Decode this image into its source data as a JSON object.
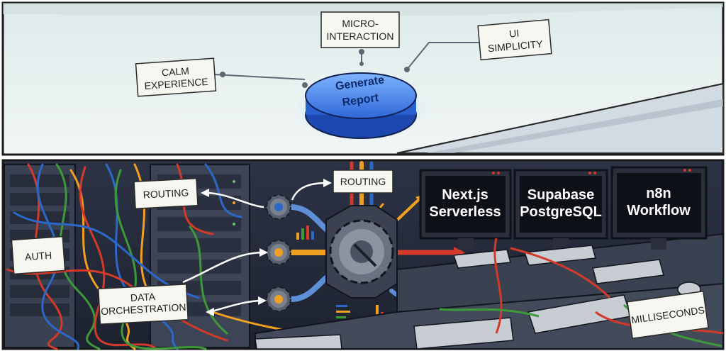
{
  "top_panel": {
    "button_label_line1": "Generate",
    "button_label_line2": "Report",
    "labels": {
      "calm_line1": "CALM",
      "calm_line2": "EXPERIENCE",
      "micro_line1": "MICRO-",
      "micro_line2": "INTERACTION",
      "ui_line1": "UI",
      "ui_line2": "SIMPLICITY"
    }
  },
  "bottom_panel": {
    "labels": {
      "auth": "AUTH",
      "routing_left": "ROUTING",
      "routing_top": "ROUTING",
      "data_line1": "DATA",
      "data_line2": "ORCHESTRATION",
      "milliseconds": "MILLISECONDS"
    },
    "monitors": [
      {
        "line1": "Next.js",
        "line2": "Serverless"
      },
      {
        "line1": "Supabase",
        "line2": "PostgreSQL"
      },
      {
        "line1": "n8n",
        "line2": "Workflow"
      }
    ]
  },
  "colors": {
    "button": "#3f7fe6",
    "button_glow": "#8fd0ff",
    "wire_red": "#d23a2a",
    "wire_blue": "#2d68c8",
    "wire_green": "#3d9a3a",
    "wire_orange": "#f0a020",
    "panel_top_bg": "#e9f1f2",
    "panel_bottom_bg": "#242a38"
  }
}
